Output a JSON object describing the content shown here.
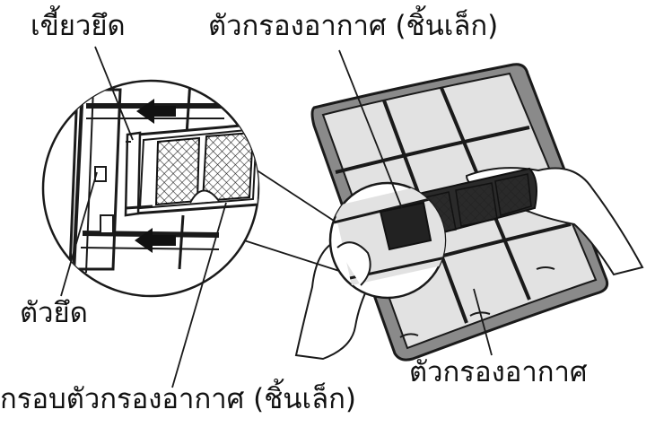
{
  "labels": {
    "clip": "เขี้ยวยึด",
    "small_filter": "ตัวกรองอากาศ (ชิ้นเล็ก)",
    "holder": "ตัวยึด",
    "main_filter": "ตัวกรองอากาศ",
    "small_filter_frame": "กรอบตัวกรองอากาศ (ชิ้นเล็ก)"
  },
  "colors": {
    "line": "#1a1a1a",
    "panel_fill": "#dcdcdc",
    "frame_fill": "#8a8a8a",
    "arrow": "#111111"
  },
  "icons": [
    "arrow-left-icon",
    "arrow-left-icon"
  ]
}
